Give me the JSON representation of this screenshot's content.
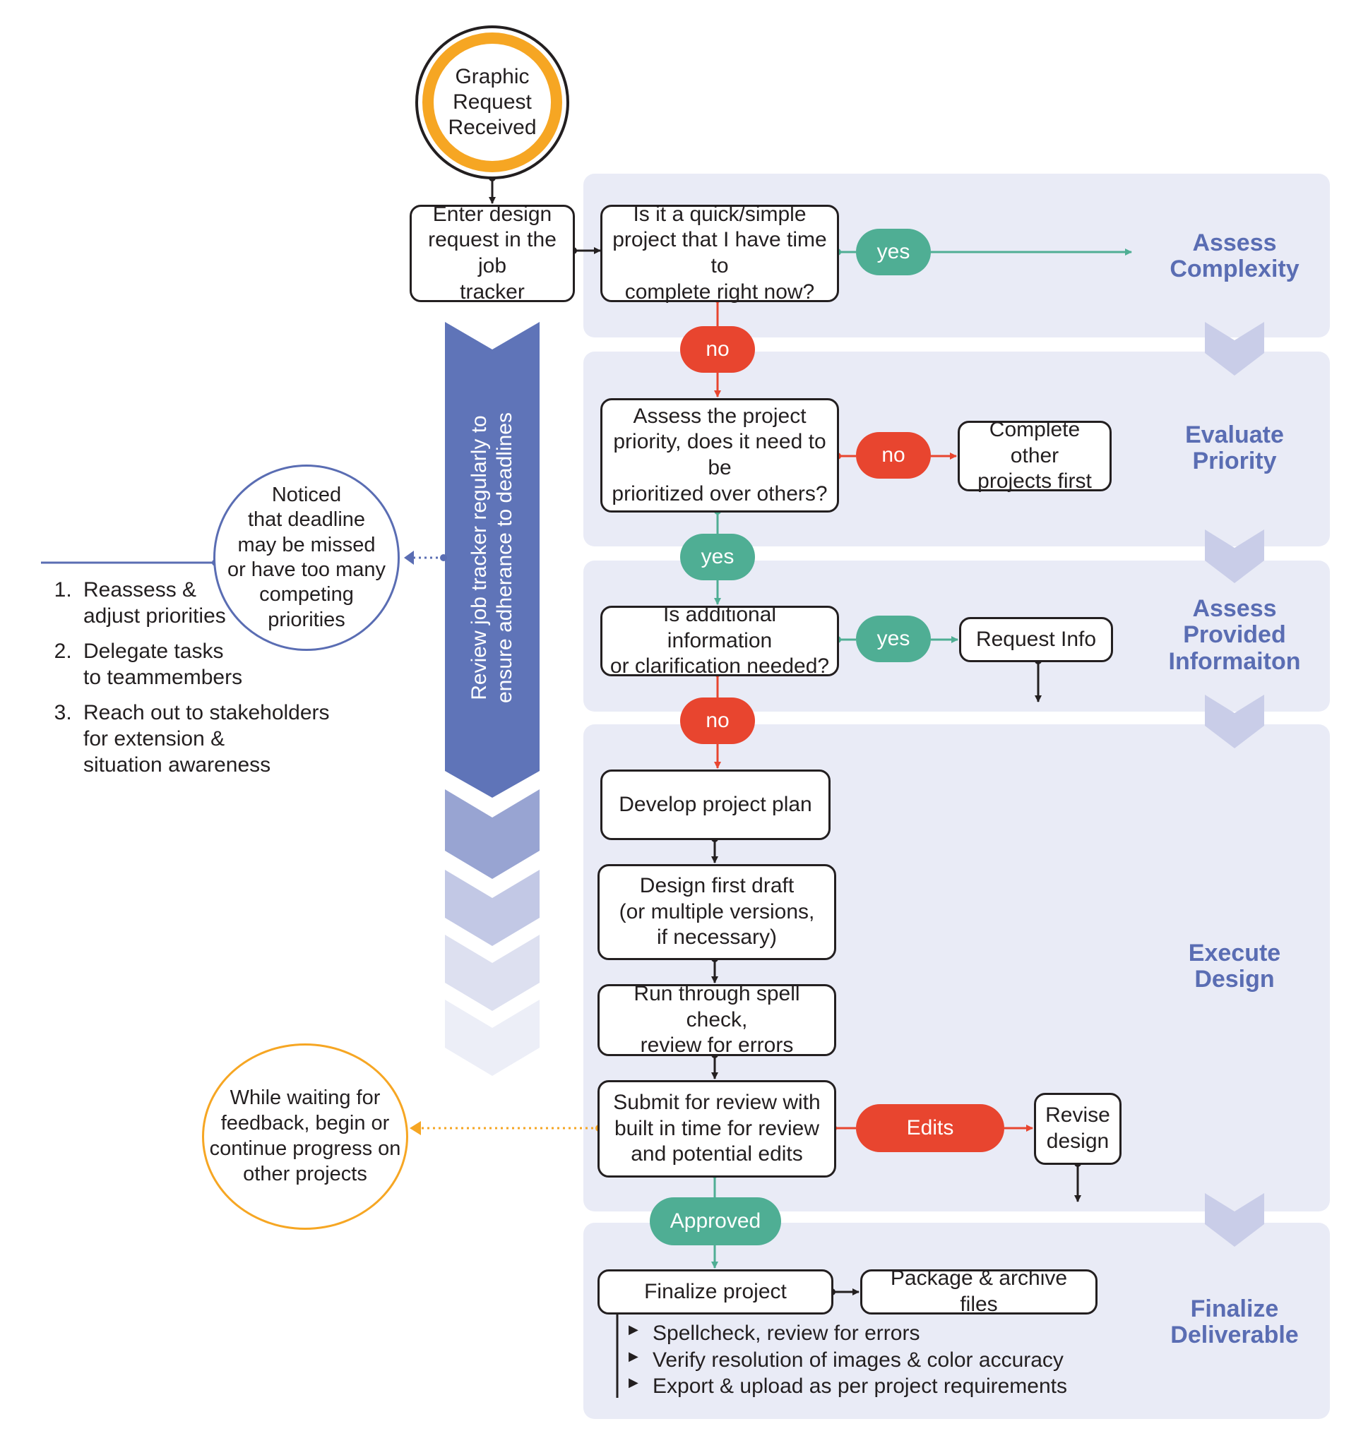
{
  "start": {
    "label": "Graphic\nRequest\nReceived"
  },
  "stages": {
    "assess_complexity": "Assess\nComplexity",
    "evaluate_priority": "Evaluate\nPriority",
    "assess_info": "Assess\nProvided\nInformaiton",
    "execute_design": "Execute\nDesign",
    "finalize_deliverable": "Finalize\nDeliverable"
  },
  "boxes": {
    "enter_request": "Enter design\nrequest in the job\ntracker",
    "quick_simple": "Is it a quick/simple\nproject that I have time to\ncomplete right now?",
    "assess_priority": "Assess the project\npriority, does it need to be\nprioritized over others?",
    "complete_other": "Complete other\nprojects first",
    "additional_info": "Is additional information\nor clarification needed?",
    "request_info": "Request Info",
    "develop_plan": "Develop project plan",
    "first_draft": "Design first draft\n(or multiple versions,\nif necessary)",
    "spell_check": "Run through spell check,\nreview for errors",
    "submit_review": "Submit for review with\nbuilt in time for review\nand potential edits",
    "revise_design": "Revise\ndesign",
    "finalize_project": "Finalize project",
    "package_archive": "Package & archive files"
  },
  "pills": {
    "yes_1": "yes",
    "no_1": "no",
    "no_2": "no",
    "yes_2": "yes",
    "yes_3": "yes",
    "no_3": "no",
    "edits": "Edits",
    "approved": "Approved"
  },
  "side": {
    "tracker_note": "Review job tracker regularly to\nensure adherance to deadlines",
    "deadline_circle": "Noticed\nthat deadline\nmay be missed\nor have too many\ncompeting\npriorities",
    "actions": [
      "Reassess &\nadjust priorities",
      "Delegate tasks\nto teammembers",
      "Reach out to stakeholders\nfor extension &\nsituation awareness"
    ],
    "waiting_circle": "While waiting for\nfeedback, begin or\ncontinue progress on\nother projects"
  },
  "finalize_steps": [
    "Spellcheck, review for errors",
    "Verify resolution of images & color accuracy",
    "Export & upload as per project requirements"
  ],
  "colors": {
    "band": "#e9ebf6",
    "chevron": "#c9cde8",
    "tracker_arrow": "#5f74b8",
    "stage_label": "#5a6db3",
    "no": "#e8452f",
    "yes": "#4fae94",
    "start_ring": "#f6a623",
    "waiting_ring": "#f6a623",
    "deadline_ring": "#5a6db3",
    "line": "#231f20"
  }
}
